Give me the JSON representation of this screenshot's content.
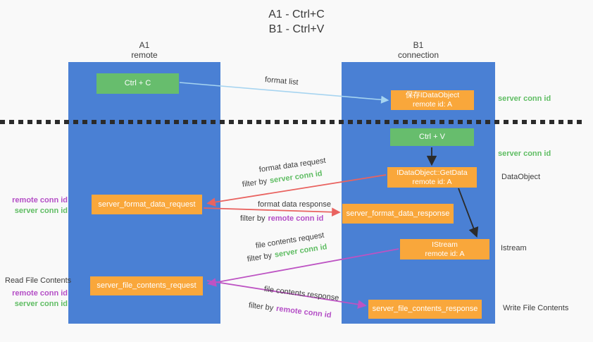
{
  "title": {
    "line1": "A1 - Ctrl+C",
    "line2": "B1 - Ctrl+V"
  },
  "lifelines": {
    "left": {
      "name": "A1",
      "role": "remote"
    },
    "right": {
      "name": "B1",
      "role": "connection"
    }
  },
  "boxes": {
    "ctrl_c": {
      "label": "Ctrl + C"
    },
    "save_idataobject": {
      "line1": "保存IDataObject",
      "line2": "remote id: A"
    },
    "ctrl_v": {
      "label": "Ctrl + V"
    },
    "getdata": {
      "line1": "IDataObject::GetData",
      "line2": "remote id: A"
    },
    "format_request": {
      "label": "server_format_data_request"
    },
    "format_response": {
      "label": "server_format_data_response"
    },
    "istream": {
      "line1": "IStream",
      "line2": "remote id: A"
    },
    "file_request": {
      "label": "server_file_contents_request"
    },
    "file_response": {
      "label": "server_file_contents_response"
    }
  },
  "arrows": {
    "format_list": "format list",
    "format_data_request": "format data request",
    "format_data_response": "format data response",
    "file_contents_request": "file contents request",
    "file_contents_response": "file contents response",
    "filter_by": "filter by",
    "server_conn_id": "server conn id",
    "remote_conn_id": "remote conn id"
  },
  "side_labels": {
    "server_conn_id_top": "server conn id",
    "server_conn_id_mid": "server conn id",
    "dataobject": "DataObject",
    "istream": "Istream",
    "write_file_contents": "Write File Contents",
    "read_file_contents": "Read File Contents",
    "remote_conn_id": "remote conn id",
    "server_conn_id": "server conn id"
  },
  "colors": {
    "lifeline_blue": "#4a80d4",
    "box_green": "#67bd6d",
    "box_orange": "#f9a73b",
    "arrow_light_blue": "#a6d4f0",
    "arrow_red": "#e96360",
    "arrow_magenta": "#bd53c3",
    "arrow_black": "#2b2b2b",
    "text_green": "#5fbd63",
    "text_magenta": "#b44ec6",
    "text_dark": "#3c3c3c"
  }
}
